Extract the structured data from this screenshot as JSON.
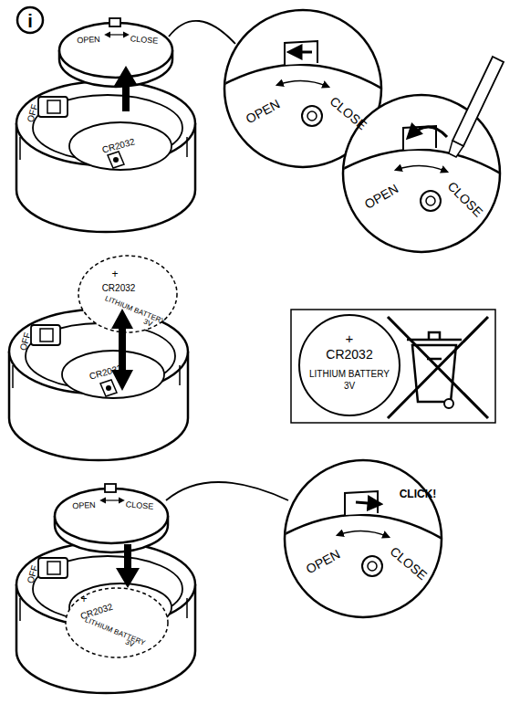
{
  "diagram": {
    "labels": [
      "i",
      "OPEN",
      "CLOSE",
      "OFF",
      "CR2032",
      "OPEN",
      "CLOSE",
      "OPEN",
      "CLOSE",
      "+",
      "CR2032",
      "LITHIUM BATTERY",
      "3V",
      "OFF",
      "CR2032",
      "+",
      "CR2032",
      "LITHIUM BATTERY",
      "3V",
      "OPEN",
      "CLOSE",
      "OFF",
      "+",
      "CR2032",
      "LITHIUM BATTERY",
      "3V",
      "CLICK!",
      "OPEN",
      "CLOSE"
    ]
  }
}
